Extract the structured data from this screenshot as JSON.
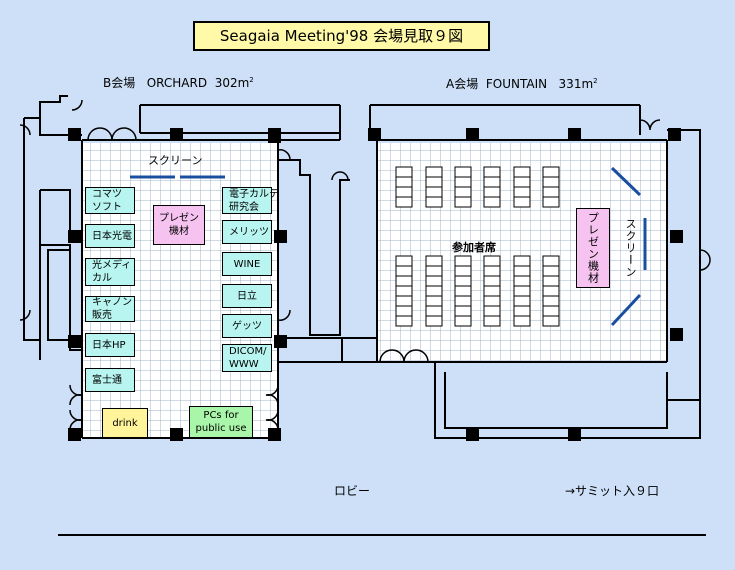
{
  "title": "Seagaia Meeting'98 会場見取９図",
  "halls": {
    "b": {
      "name": "B会場",
      "room": "ORCHARD",
      "area": "302m",
      "sup": "2"
    },
    "a": {
      "name": "A会場",
      "room": "FOUNTAIN",
      "area": "331m",
      "sup": "2"
    }
  },
  "b_hall": {
    "screen": "スクリーン",
    "left_booths": [
      "コマツ\nソフト",
      "日本光電",
      "光メディ\nカル",
      "キャノン\n販売",
      "日本HP",
      "富士通"
    ],
    "center_booth": "プレゼン\n機材",
    "right_booths": [
      "電子カルテ\n研究会",
      "メリッツ",
      "WINE",
      "日立",
      "ゲッツ",
      "DICOM/\nWWW"
    ],
    "drink": "drink",
    "pcs": "PCs for\npublic use"
  },
  "a_hall": {
    "seats_label": "参加者席",
    "presen": "プレゼン機材",
    "screen": "スクリーン"
  },
  "lobby": "ロビー",
  "summit": "→サミット入９口",
  "colors": {
    "background": "#cde0f7",
    "grid": "#9fb4c8",
    "booth_cyan": "#b8f5f0",
    "booth_pink": "#f6c3f0"
  }
}
